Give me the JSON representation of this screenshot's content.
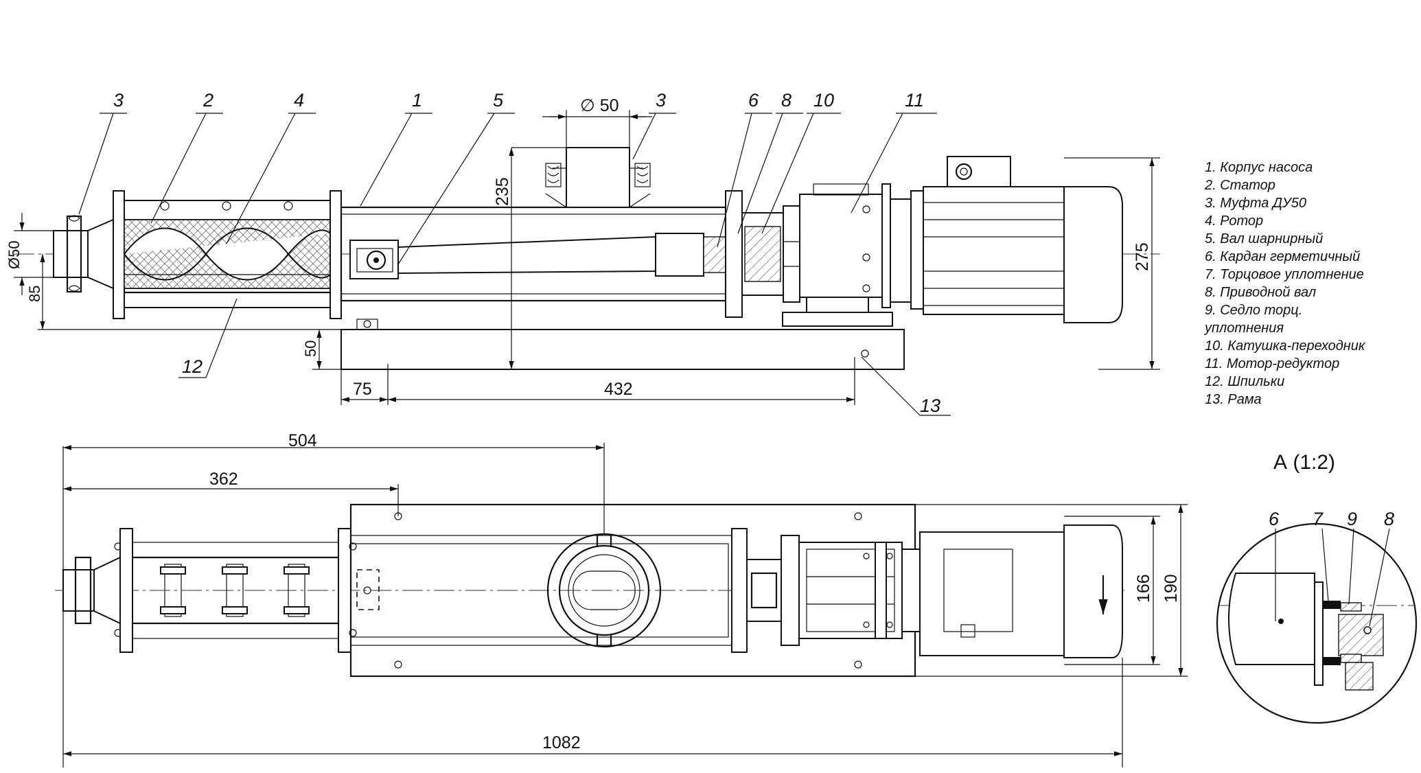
{
  "callouts_side": [
    {
      "id": "c3a",
      "label": "3"
    },
    {
      "id": "c2",
      "label": "2"
    },
    {
      "id": "c4",
      "label": "4"
    },
    {
      "id": "c1",
      "label": "1"
    },
    {
      "id": "c5",
      "label": "5"
    },
    {
      "id": "c3b",
      "label": "3"
    },
    {
      "id": "c6",
      "label": "6"
    },
    {
      "id": "c8",
      "label": "8"
    },
    {
      "id": "c10",
      "label": "10"
    },
    {
      "id": "c11",
      "label": "11"
    },
    {
      "id": "c12",
      "label": "12"
    },
    {
      "id": "c13",
      "label": "13"
    }
  ],
  "dimensions_side": {
    "d50_top": "∅ 50",
    "d235": "235",
    "d275": "275",
    "d50_left": "Ø50",
    "d85": "85",
    "d50_base": "50",
    "d75": "75",
    "d432": "432"
  },
  "dimensions_plan": {
    "d504": "504",
    "d362": "362",
    "d166": "166",
    "d190": "190",
    "d1082": "1082"
  },
  "detail": {
    "title": "А (1:2)",
    "callouts": [
      "6",
      "7",
      "9",
      "8"
    ]
  },
  "legend": [
    "1. Корпус насоса",
    "2. Статор",
    "3. Муфта ДУ50",
    "4. Ротор",
    "5. Вал шарнирный",
    "6. Кардан герметичный",
    "7. Торцовое уплотнение",
    "8. Приводной вал",
    "9. Седло торц.",
    "уплотнения",
    "10. Катушка-переходник",
    "11. Мотор-редуктор",
    "12. Шпильки",
    "13. Рама"
  ]
}
